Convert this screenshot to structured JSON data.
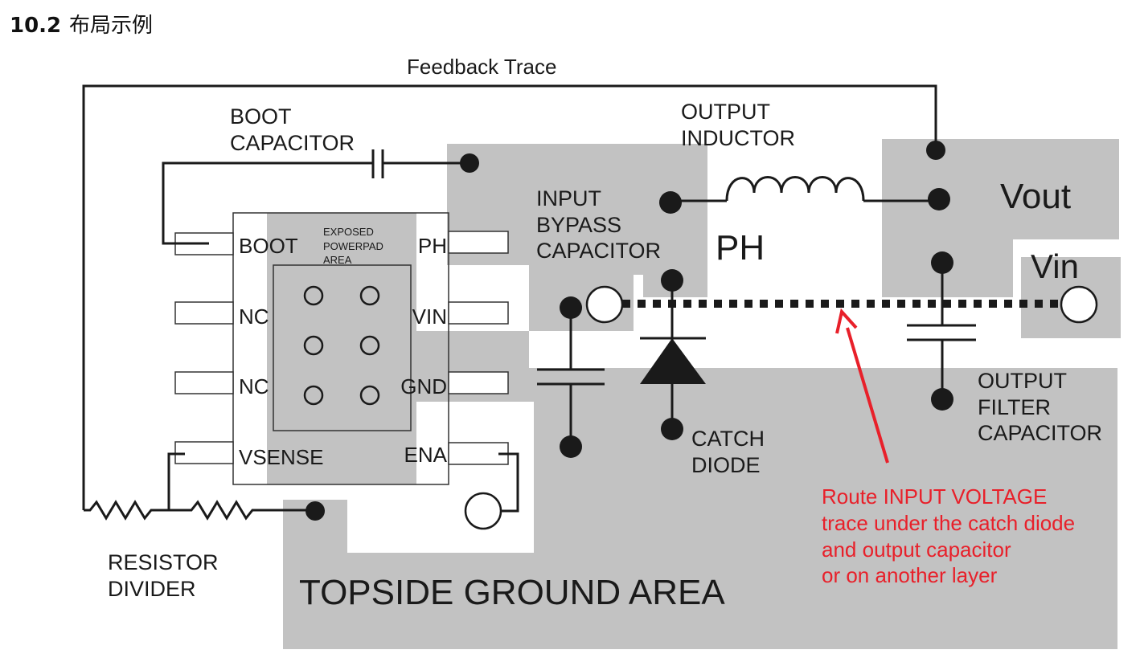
{
  "section": {
    "number": "10.2",
    "title": "布局示例"
  },
  "labels": {
    "feedback_trace": "Feedback Trace",
    "boot_capacitor": [
      "BOOT",
      "CAPACITOR"
    ],
    "output_inductor": [
      "OUTPUT",
      "INDUCTOR"
    ],
    "input_bypass_capacitor": [
      "INPUT",
      "BYPASS",
      "CAPACITOR"
    ],
    "ph": "PH",
    "vout": "Vout",
    "vin": "Vin",
    "output_filter_capacitor": [
      "OUTPUT",
      "FILTER",
      "CAPACITOR"
    ],
    "catch_diode": [
      "CATCH",
      "DIODE"
    ],
    "resistor_divider": [
      "RESISTOR",
      "DIVIDER"
    ],
    "topside_ground_area": "TOPSIDE GROUND AREA",
    "exposed_powerpad_area": [
      "EXPOSED",
      "POWERPAD",
      "AREA"
    ]
  },
  "pins": {
    "left": [
      "BOOT",
      "NC",
      "NC",
      "VSENSE"
    ],
    "right": [
      "PH",
      "VIN",
      "GND",
      "ENA"
    ]
  },
  "annotation": {
    "lines": [
      "Route INPUT VOLTAGE",
      "trace under the catch diode",
      "and output capacitor",
      "or on another layer"
    ],
    "color": "#e8202a"
  },
  "colors": {
    "copper_area": "#c2c2c2",
    "trace": "#1a1a1a"
  }
}
